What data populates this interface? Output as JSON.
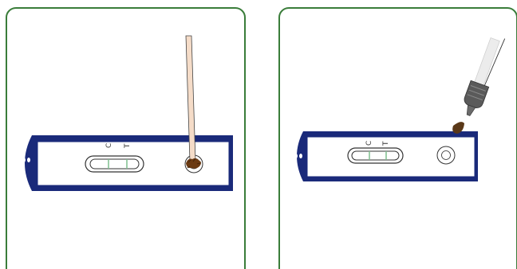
{
  "panels": [
    {
      "id": "step-1",
      "description_icon": "swab-in-sample-well",
      "cassette": {
        "control_label": "C",
        "test_label": "T"
      }
    },
    {
      "id": "step-2",
      "description_icon": "dropper-adding-drop",
      "cassette": {
        "control_label": "C",
        "test_label": "T"
      }
    }
  ],
  "colors": {
    "panel_border": "#3a7d3a",
    "cassette_navy": "#1a2a7a",
    "window_line_green": "#7dbf8e",
    "swab_stick": "#f5dcc8",
    "sample_brown": "#6b3a12",
    "dropper_gray": "#5a5a5a"
  }
}
